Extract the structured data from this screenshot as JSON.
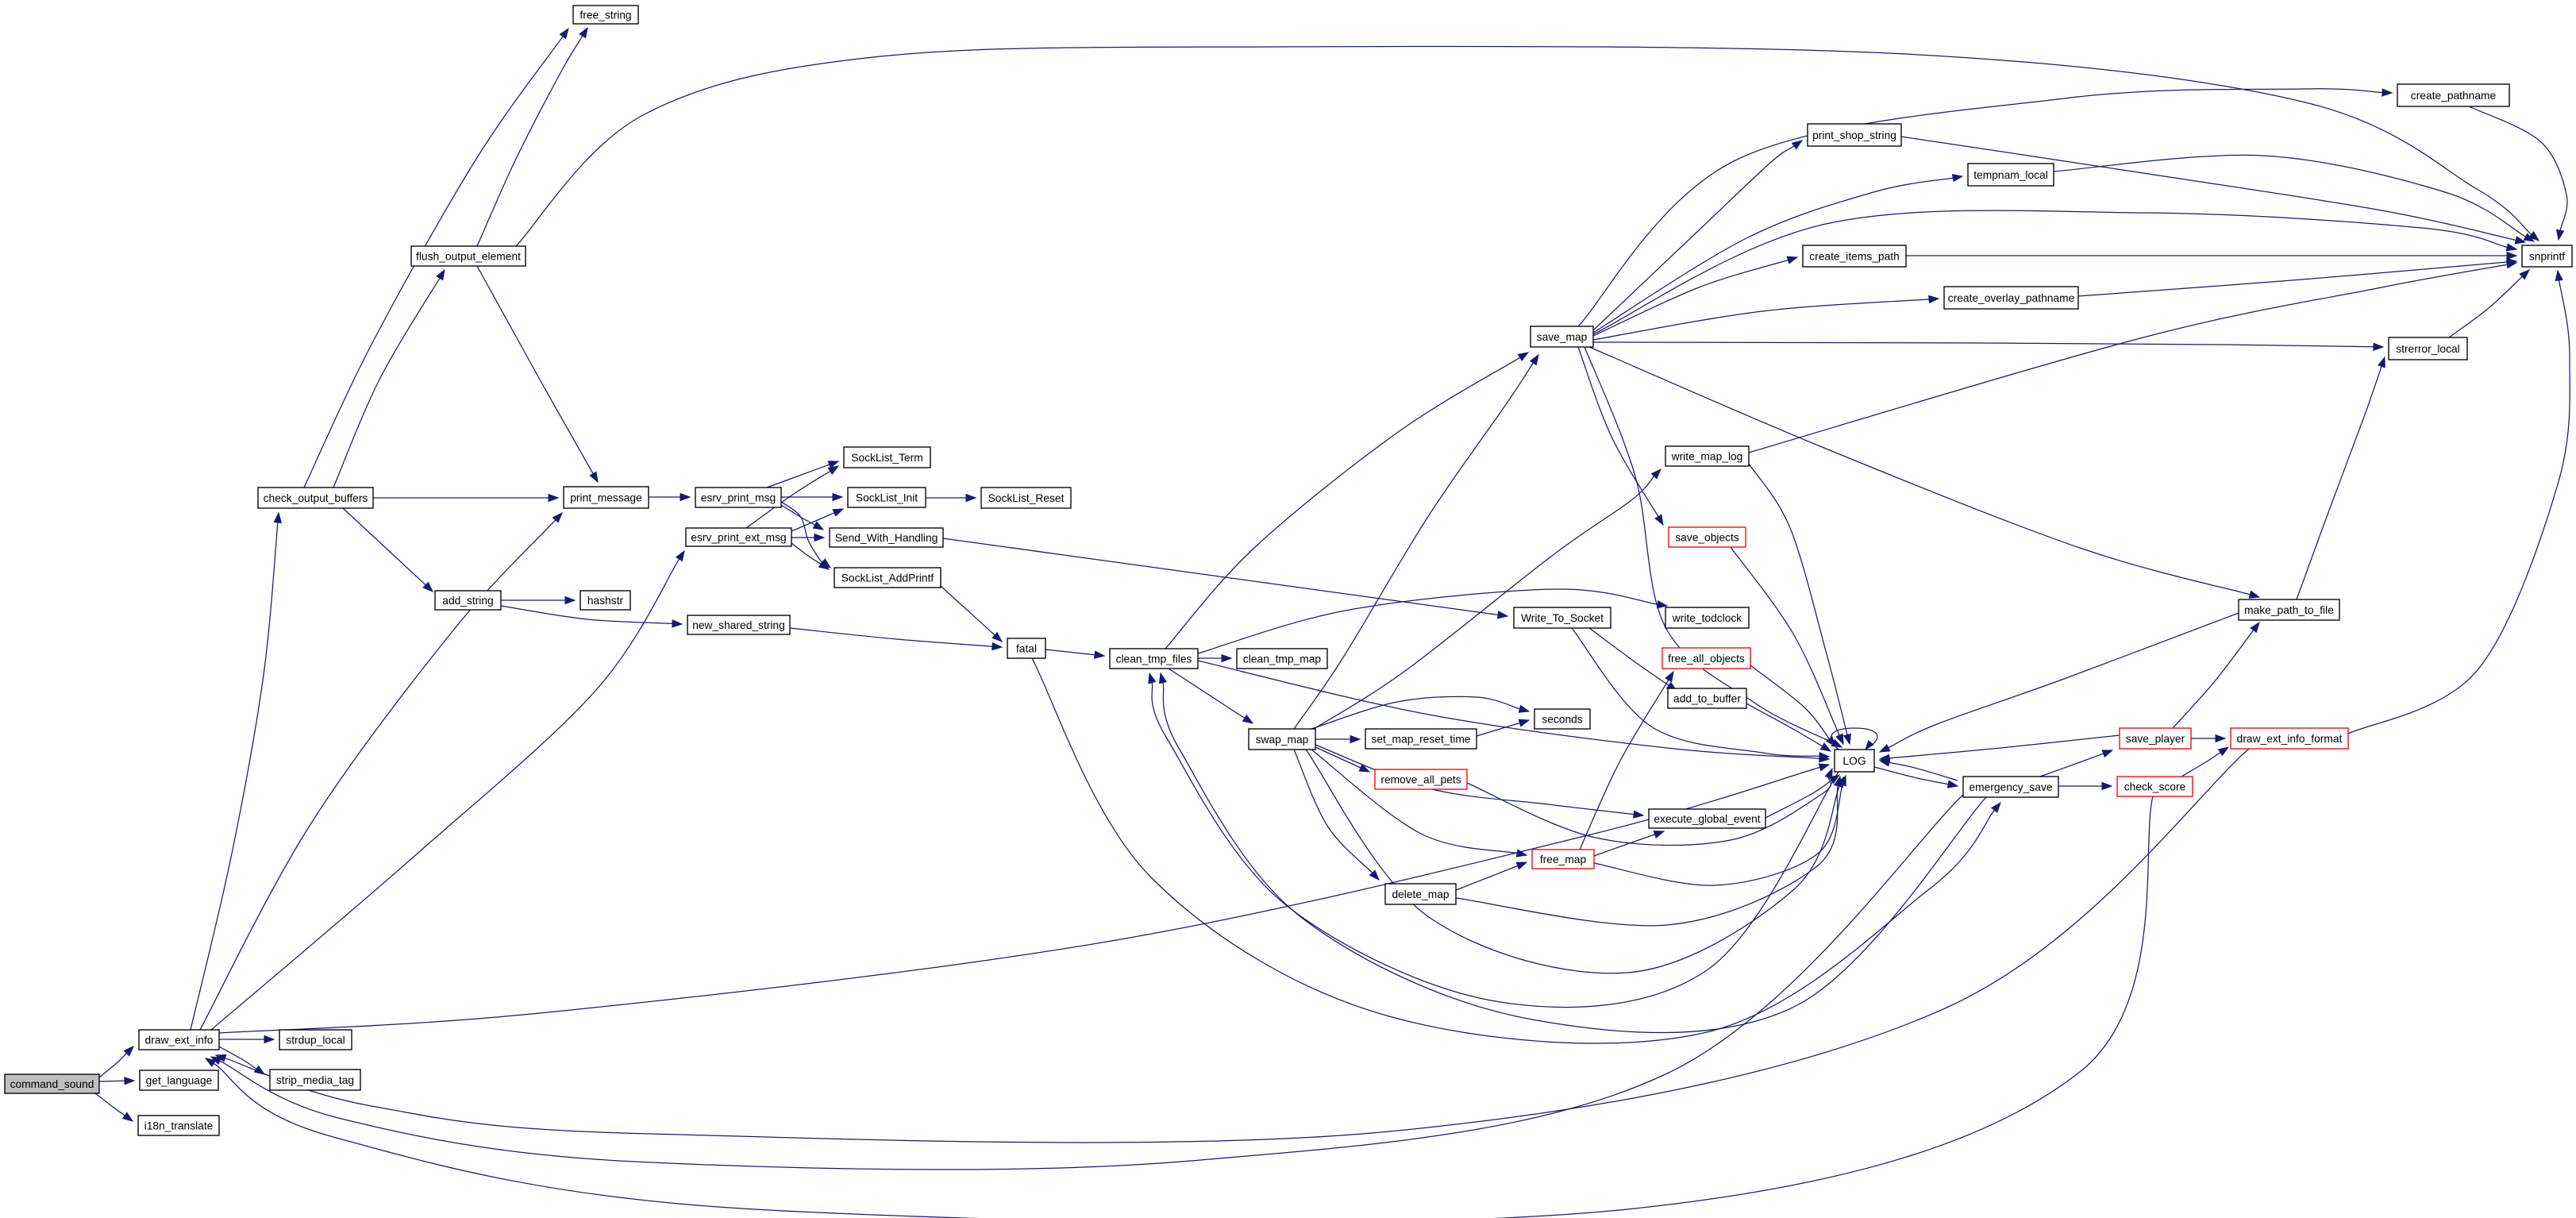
{
  "diagram": {
    "type": "call-graph",
    "root_function": "command_sound",
    "colors": {
      "edge": "#191970",
      "node_border": "#000000",
      "node_fill": "#ffffff",
      "truncated_node_border": "#ff0000",
      "root_node_fill": "#bfbfbf",
      "background": "#ffffff",
      "text": "#000000"
    }
  },
  "nodes": [
    {
      "id": "command_sound",
      "label": "command_sound",
      "truncated": false,
      "root": true
    },
    {
      "id": "draw_ext_info",
      "label": "draw_ext_info",
      "truncated": false,
      "root": false
    },
    {
      "id": "get_language",
      "label": "get_language",
      "truncated": false,
      "root": false
    },
    {
      "id": "i18n_translate",
      "label": "i18n_translate",
      "truncated": false,
      "root": false
    },
    {
      "id": "strdup_local",
      "label": "strdup_local",
      "truncated": false,
      "root": false
    },
    {
      "id": "strip_media_tag",
      "label": "strip_media_tag",
      "truncated": false,
      "root": false
    },
    {
      "id": "check_output_buffers",
      "label": "check_output_buffers",
      "truncated": false,
      "root": false
    },
    {
      "id": "flush_output_element",
      "label": "flush_output_element",
      "truncated": false,
      "root": false
    },
    {
      "id": "free_string",
      "label": "free_string",
      "truncated": false,
      "root": false
    },
    {
      "id": "print_message",
      "label": "print_message",
      "truncated": false,
      "root": false
    },
    {
      "id": "add_string",
      "label": "add_string",
      "truncated": false,
      "root": false
    },
    {
      "id": "hashstr",
      "label": "hashstr",
      "truncated": false,
      "root": false
    },
    {
      "id": "new_shared_string",
      "label": "new_shared_string",
      "truncated": false,
      "root": false
    },
    {
      "id": "esrv_print_msg",
      "label": "esrv_print_msg",
      "truncated": false,
      "root": false
    },
    {
      "id": "esrv_print_ext_msg",
      "label": "esrv_print_ext_msg",
      "truncated": false,
      "root": false
    },
    {
      "id": "SockList_Term",
      "label": "SockList_Term",
      "truncated": false,
      "root": false
    },
    {
      "id": "SockList_Init",
      "label": "SockList_Init",
      "truncated": false,
      "root": false
    },
    {
      "id": "SockList_Reset",
      "label": "SockList_Reset",
      "truncated": false,
      "root": false
    },
    {
      "id": "Send_With_Handling",
      "label": "Send_With_Handling",
      "truncated": false,
      "root": false
    },
    {
      "id": "SockList_AddPrintf",
      "label": "SockList_AddPrintf",
      "truncated": false,
      "root": false
    },
    {
      "id": "fatal",
      "label": "fatal",
      "truncated": false,
      "root": false
    },
    {
      "id": "clean_tmp_files",
      "label": "clean_tmp_files",
      "truncated": false,
      "root": false
    },
    {
      "id": "clean_tmp_map",
      "label": "clean_tmp_map",
      "truncated": false,
      "root": false
    },
    {
      "id": "swap_map",
      "label": "swap_map",
      "truncated": false,
      "root": false
    },
    {
      "id": "set_map_reset_time",
      "label": "set_map_reset_time",
      "truncated": false,
      "root": false
    },
    {
      "id": "seconds",
      "label": "seconds",
      "truncated": false,
      "root": false
    },
    {
      "id": "remove_all_pets",
      "label": "remove_all_pets",
      "truncated": true,
      "root": false
    },
    {
      "id": "save_map",
      "label": "save_map",
      "truncated": false,
      "root": false
    },
    {
      "id": "create_pathname",
      "label": "create_pathname",
      "truncated": false,
      "root": false
    },
    {
      "id": "print_shop_string",
      "label": "print_shop_string",
      "truncated": false,
      "root": false
    },
    {
      "id": "tempnam_local",
      "label": "tempnam_local",
      "truncated": false,
      "root": false
    },
    {
      "id": "create_items_path",
      "label": "create_items_path",
      "truncated": false,
      "root": false
    },
    {
      "id": "create_overlay_pathname",
      "label": "create_overlay_pathname",
      "truncated": false,
      "root": false
    },
    {
      "id": "snprintf",
      "label": "snprintf",
      "truncated": false,
      "root": false
    },
    {
      "id": "strerror_local",
      "label": "strerror_local",
      "truncated": false,
      "root": false
    },
    {
      "id": "write_map_log",
      "label": "write_map_log",
      "truncated": false,
      "root": false
    },
    {
      "id": "save_objects",
      "label": "save_objects",
      "truncated": true,
      "root": false
    },
    {
      "id": "Write_To_Socket",
      "label": "Write_To_Socket",
      "truncated": false,
      "root": false
    },
    {
      "id": "write_todclock",
      "label": "write_todclock",
      "truncated": false,
      "root": false
    },
    {
      "id": "free_all_objects",
      "label": "free_all_objects",
      "truncated": true,
      "root": false
    },
    {
      "id": "add_to_buffer",
      "label": "add_to_buffer",
      "truncated": false,
      "root": false
    },
    {
      "id": "LOG",
      "label": "LOG",
      "truncated": false,
      "root": false
    },
    {
      "id": "make_path_to_file",
      "label": "make_path_to_file",
      "truncated": false,
      "root": false
    },
    {
      "id": "save_player",
      "label": "save_player",
      "truncated": true,
      "root": false
    },
    {
      "id": "draw_ext_info_format",
      "label": "draw_ext_info_format",
      "truncated": true,
      "root": false
    },
    {
      "id": "emergency_save",
      "label": "emergency_save",
      "truncated": false,
      "root": false
    },
    {
      "id": "check_score",
      "label": "check_score",
      "truncated": true,
      "root": false
    },
    {
      "id": "execute_global_event",
      "label": "execute_global_event",
      "truncated": false,
      "root": false
    },
    {
      "id": "free_map",
      "label": "free_map",
      "truncated": true,
      "root": false
    },
    {
      "id": "delete_map",
      "label": "delete_map",
      "truncated": false,
      "root": false
    }
  ],
  "edges": [
    {
      "from": "command_sound",
      "to": "draw_ext_info"
    },
    {
      "from": "command_sound",
      "to": "get_language"
    },
    {
      "from": "command_sound",
      "to": "i18n_translate"
    },
    {
      "from": "draw_ext_info",
      "to": "check_output_buffers"
    },
    {
      "from": "draw_ext_info",
      "to": "print_message"
    },
    {
      "from": "draw_ext_info",
      "to": "esrv_print_ext_msg"
    },
    {
      "from": "draw_ext_info",
      "to": "strdup_local"
    },
    {
      "from": "draw_ext_info",
      "to": "strip_media_tag"
    },
    {
      "from": "draw_ext_info",
      "to": "LOG"
    },
    {
      "from": "check_output_buffers",
      "to": "flush_output_element"
    },
    {
      "from": "check_output_buffers",
      "to": "free_string"
    },
    {
      "from": "check_output_buffers",
      "to": "print_message"
    },
    {
      "from": "check_output_buffers",
      "to": "add_string"
    },
    {
      "from": "flush_output_element",
      "to": "free_string"
    },
    {
      "from": "flush_output_element",
      "to": "print_message"
    },
    {
      "from": "flush_output_element",
      "to": "snprintf"
    },
    {
      "from": "print_message",
      "to": "esrv_print_msg"
    },
    {
      "from": "add_string",
      "to": "hashstr"
    },
    {
      "from": "add_string",
      "to": "new_shared_string"
    },
    {
      "from": "new_shared_string",
      "to": "fatal"
    },
    {
      "from": "esrv_print_msg",
      "to": "SockList_Term"
    },
    {
      "from": "esrv_print_msg",
      "to": "SockList_Init"
    },
    {
      "from": "esrv_print_msg",
      "to": "Send_With_Handling"
    },
    {
      "from": "esrv_print_msg",
      "to": "SockList_AddPrintf"
    },
    {
      "from": "esrv_print_ext_msg",
      "to": "SockList_Term"
    },
    {
      "from": "esrv_print_ext_msg",
      "to": "SockList_Init"
    },
    {
      "from": "esrv_print_ext_msg",
      "to": "Send_With_Handling"
    },
    {
      "from": "esrv_print_ext_msg",
      "to": "SockList_AddPrintf"
    },
    {
      "from": "SockList_Init",
      "to": "SockList_Reset"
    },
    {
      "from": "Send_With_Handling",
      "to": "Write_To_Socket"
    },
    {
      "from": "SockList_AddPrintf",
      "to": "fatal"
    },
    {
      "from": "fatal",
      "to": "clean_tmp_files"
    },
    {
      "from": "fatal",
      "to": "emergency_save"
    },
    {
      "from": "clean_tmp_files",
      "to": "clean_tmp_map"
    },
    {
      "from": "clean_tmp_files",
      "to": "swap_map"
    },
    {
      "from": "clean_tmp_files",
      "to": "save_map"
    },
    {
      "from": "clean_tmp_files",
      "to": "write_todclock"
    },
    {
      "from": "clean_tmp_files",
      "to": "LOG"
    },
    {
      "from": "swap_map",
      "to": "set_map_reset_time"
    },
    {
      "from": "swap_map",
      "to": "seconds"
    },
    {
      "from": "swap_map",
      "to": "remove_all_pets"
    },
    {
      "from": "swap_map",
      "to": "save_map"
    },
    {
      "from": "swap_map",
      "to": "execute_global_event"
    },
    {
      "from": "swap_map",
      "to": "delete_map"
    },
    {
      "from": "swap_map",
      "to": "free_map"
    },
    {
      "from": "swap_map",
      "to": "write_map_log"
    },
    {
      "from": "swap_map",
      "to": "LOG"
    },
    {
      "from": "set_map_reset_time",
      "to": "seconds"
    },
    {
      "from": "save_map",
      "to": "create_pathname"
    },
    {
      "from": "save_map",
      "to": "print_shop_string"
    },
    {
      "from": "save_map",
      "to": "tempnam_local"
    },
    {
      "from": "save_map",
      "to": "create_items_path"
    },
    {
      "from": "save_map",
      "to": "create_overlay_pathname"
    },
    {
      "from": "save_map",
      "to": "snprintf"
    },
    {
      "from": "save_map",
      "to": "strerror_local"
    },
    {
      "from": "save_map",
      "to": "make_path_to_file"
    },
    {
      "from": "save_map",
      "to": "save_objects"
    },
    {
      "from": "save_map",
      "to": "LOG"
    },
    {
      "from": "create_pathname",
      "to": "snprintf"
    },
    {
      "from": "print_shop_string",
      "to": "snprintf"
    },
    {
      "from": "tempnam_local",
      "to": "snprintf"
    },
    {
      "from": "create_items_path",
      "to": "snprintf"
    },
    {
      "from": "create_overlay_pathname",
      "to": "snprintf"
    },
    {
      "from": "strerror_local",
      "to": "snprintf"
    },
    {
      "from": "write_map_log",
      "to": "snprintf"
    },
    {
      "from": "write_map_log",
      "to": "LOG"
    },
    {
      "from": "save_objects",
      "to": "LOG"
    },
    {
      "from": "make_path_to_file",
      "to": "strerror_local"
    },
    {
      "from": "make_path_to_file",
      "to": "LOG"
    },
    {
      "from": "Write_To_Socket",
      "to": "add_to_buffer"
    },
    {
      "from": "Write_To_Socket",
      "to": "LOG"
    },
    {
      "from": "add_to_buffer",
      "to": "LOG"
    },
    {
      "from": "remove_all_pets",
      "to": "LOG"
    },
    {
      "from": "free_all_objects",
      "to": "LOG"
    },
    {
      "from": "execute_global_event",
      "to": "LOG"
    },
    {
      "from": "free_map",
      "to": "execute_global_event"
    },
    {
      "from": "free_map",
      "to": "free_all_objects"
    },
    {
      "from": "free_map",
      "to": "LOG"
    },
    {
      "from": "delete_map",
      "to": "free_map"
    },
    {
      "from": "delete_map",
      "to": "LOG"
    },
    {
      "from": "LOG",
      "to": "LOG"
    },
    {
      "from": "LOG",
      "to": "emergency_save"
    },
    {
      "from": "LOG",
      "to": "clean_tmp_files"
    },
    {
      "from": "emergency_save",
      "to": "clean_tmp_files"
    },
    {
      "from": "emergency_save",
      "to": "save_player"
    },
    {
      "from": "emergency_save",
      "to": "check_score"
    },
    {
      "from": "emergency_save",
      "to": "LOG"
    },
    {
      "from": "emergency_save",
      "to": "draw_ext_info"
    },
    {
      "from": "save_player",
      "to": "draw_ext_info_format"
    },
    {
      "from": "save_player",
      "to": "make_path_to_file"
    },
    {
      "from": "save_player",
      "to": "LOG"
    },
    {
      "from": "check_score",
      "to": "draw_ext_info_format"
    },
    {
      "from": "check_score",
      "to": "draw_ext_info"
    },
    {
      "from": "draw_ext_info_format",
      "to": "draw_ext_info"
    },
    {
      "from": "draw_ext_info_format",
      "to": "snprintf"
    }
  ]
}
